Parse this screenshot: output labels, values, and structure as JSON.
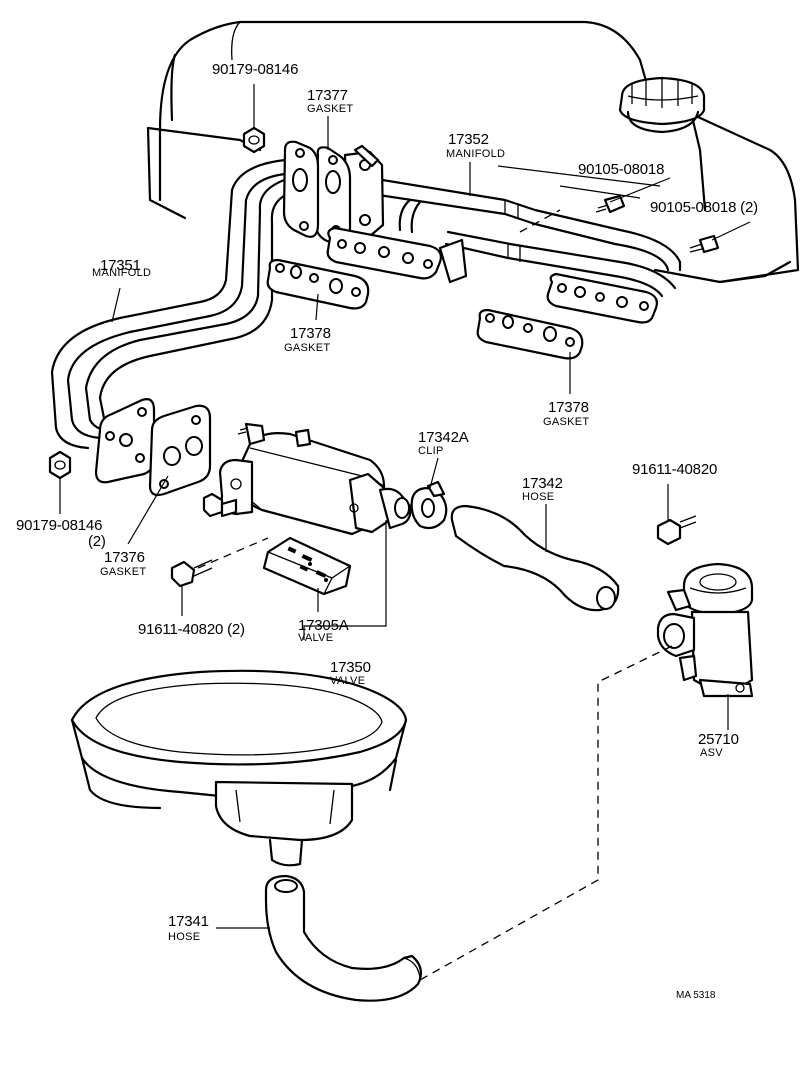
{
  "labels": {
    "p90179_top": {
      "number": "90179-08146"
    },
    "p17377": {
      "number": "17377",
      "name": "GASKET"
    },
    "p17352": {
      "number": "17352",
      "name": "MANIFOLD"
    },
    "p90105_a": {
      "number": "90105-08018"
    },
    "p90105_b": {
      "number": "90105-08018 (2)"
    },
    "p17351": {
      "number": "17351",
      "name": "MANIFOLD"
    },
    "p17378_left": {
      "number": "17378",
      "name": "GASKET"
    },
    "p17378_right": {
      "number": "17378",
      "name": "GASKET"
    },
    "p17342A": {
      "number": "17342A",
      "name": "CLIP"
    },
    "p17342": {
      "number": "17342",
      "name": "HOSE"
    },
    "p91611_right": {
      "number": "91611-40820"
    },
    "p90179_bottom": {
      "number": "90179-08146",
      "qty": "(2)"
    },
    "p17376": {
      "number": "17376",
      "name": "GASKET"
    },
    "p91611_left": {
      "number": "91611-40820 (2)"
    },
    "p17305A": {
      "number": "17305A",
      "name": "VALVE"
    },
    "p17350": {
      "number": "17350",
      "name": "VALVE"
    },
    "p25710": {
      "number": "25710",
      "name": "ASV"
    },
    "p17341": {
      "number": "17341",
      "name": "HOSE"
    }
  },
  "figure_ref": "MA 5318",
  "colors": {
    "ink": "#000000",
    "paper": "#ffffff"
  }
}
